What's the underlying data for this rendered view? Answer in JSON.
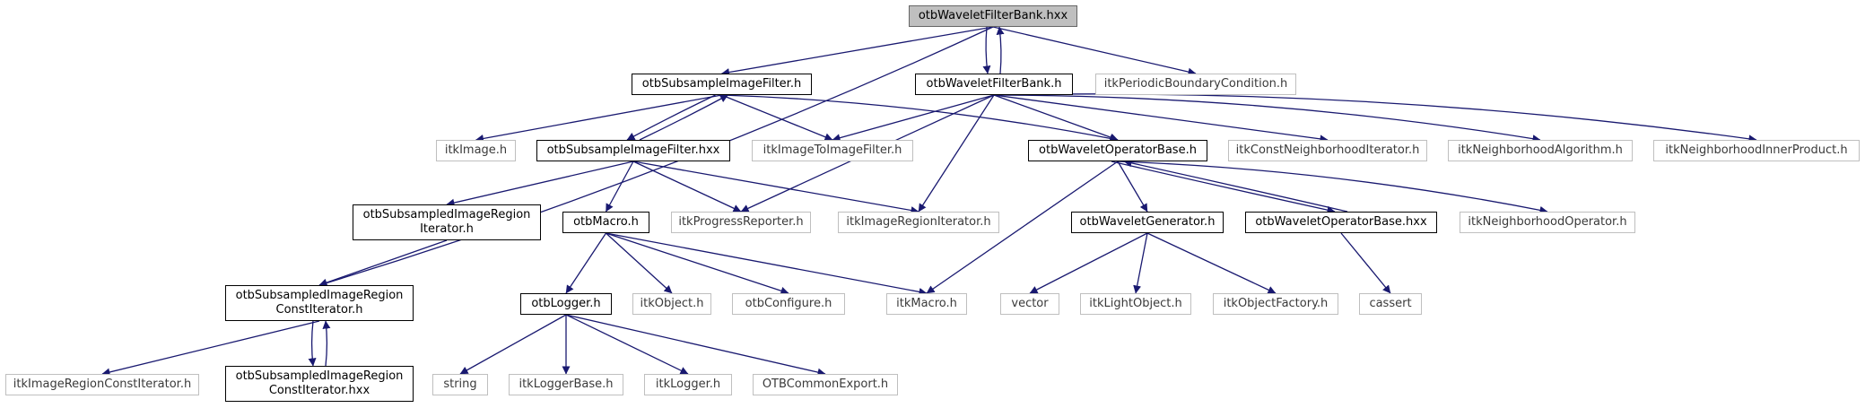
{
  "colors": {
    "edge": "#191970",
    "documented_border": "#000000",
    "external_border": "#bfbfbf",
    "root_fill": "#bfbfbf"
  },
  "nodes": {
    "root": {
      "label": "otbWaveletFilterBank.hxx",
      "kind": "root"
    },
    "subsample_h": {
      "label": "otbSubsampleImageFilter.h",
      "kind": "documented"
    },
    "wfb_h": {
      "label": "otbWaveletFilterBank.h",
      "kind": "documented"
    },
    "periodic_bc": {
      "label": "itkPeriodicBoundaryCondition.h",
      "kind": "external"
    },
    "itk_image": {
      "label": "itkImage.h",
      "kind": "external"
    },
    "subsample_hxx": {
      "label": "otbSubsampleImageFilter.hxx",
      "kind": "documented"
    },
    "i2i_filter": {
      "label": "itkImageToImageFilter.h",
      "kind": "external"
    },
    "wob_h": {
      "label": "otbWaveletOperatorBase.h",
      "kind": "documented"
    },
    "const_nbh_it": {
      "label": "itkConstNeighborhoodIterator.h",
      "kind": "external"
    },
    "nbh_algo": {
      "label": "itkNeighborhoodAlgorithm.h",
      "kind": "external"
    },
    "nbh_inner": {
      "label": "itkNeighborhoodInnerProduct.h",
      "kind": "external"
    },
    "sub_region_it": {
      "label": "otbSubsampledImageRegion\nIterator.h",
      "kind": "documented"
    },
    "otb_macro": {
      "label": "otbMacro.h",
      "kind": "documented"
    },
    "progress": {
      "label": "itkProgressReporter.h",
      "kind": "external"
    },
    "region_it": {
      "label": "itkImageRegionIterator.h",
      "kind": "external"
    },
    "wgen_h": {
      "label": "otbWaveletGenerator.h",
      "kind": "documented"
    },
    "wob_hxx": {
      "label": "otbWaveletOperatorBase.hxx",
      "kind": "documented"
    },
    "nbh_op": {
      "label": "itkNeighborhoodOperator.h",
      "kind": "external"
    },
    "sub_const_it": {
      "label": "otbSubsampledImageRegion\nConstIterator.h",
      "kind": "documented"
    },
    "otb_logger": {
      "label": "otbLogger.h",
      "kind": "documented"
    },
    "itk_object": {
      "label": "itkObject.h",
      "kind": "external"
    },
    "otb_configure": {
      "label": "otbConfigure.h",
      "kind": "external"
    },
    "itk_macro": {
      "label": "itkMacro.h",
      "kind": "external"
    },
    "vector": {
      "label": "vector",
      "kind": "external"
    },
    "light_object": {
      "label": "itkLightObject.h",
      "kind": "external"
    },
    "object_factory": {
      "label": "itkObjectFactory.h",
      "kind": "external"
    },
    "cassert": {
      "label": "cassert",
      "kind": "external"
    },
    "region_const_it": {
      "label": "itkImageRegionConstIterator.h",
      "kind": "external"
    },
    "sub_const_it_hxx": {
      "label": "otbSubsampledImageRegion\nConstIterator.hxx",
      "kind": "documented"
    },
    "string": {
      "label": "string",
      "kind": "external"
    },
    "logger_base": {
      "label": "itkLoggerBase.h",
      "kind": "external"
    },
    "itk_logger": {
      "label": "itkLogger.h",
      "kind": "external"
    },
    "common_export": {
      "label": "OTBCommonExport.h",
      "kind": "external"
    }
  },
  "edges": [
    [
      "root",
      "subsample_h"
    ],
    [
      "root",
      "wfb_h"
    ],
    [
      "root",
      "periodic_bc"
    ],
    [
      "root",
      "sub_const_it"
    ],
    [
      "wfb_h",
      "root"
    ],
    [
      "subsample_h",
      "itk_image"
    ],
    [
      "subsample_h",
      "subsample_hxx"
    ],
    [
      "subsample_h",
      "i2i_filter"
    ],
    [
      "subsample_h",
      "wob_h"
    ],
    [
      "subsample_hxx",
      "subsample_h"
    ],
    [
      "wfb_h",
      "i2i_filter"
    ],
    [
      "wfb_h",
      "wob_h"
    ],
    [
      "wfb_h",
      "const_nbh_it"
    ],
    [
      "wfb_h",
      "nbh_algo"
    ],
    [
      "wfb_h",
      "nbh_inner"
    ],
    [
      "wfb_h",
      "progress"
    ],
    [
      "wfb_h",
      "region_it"
    ],
    [
      "subsample_hxx",
      "sub_region_it"
    ],
    [
      "subsample_hxx",
      "otb_macro"
    ],
    [
      "subsample_hxx",
      "progress"
    ],
    [
      "subsample_hxx",
      "region_it"
    ],
    [
      "wob_h",
      "wgen_h"
    ],
    [
      "wob_h",
      "wob_hxx"
    ],
    [
      "wob_h",
      "nbh_op"
    ],
    [
      "wob_h",
      "itk_macro"
    ],
    [
      "wob_hxx",
      "wob_h"
    ],
    [
      "wob_hxx",
      "cassert"
    ],
    [
      "sub_region_it",
      "sub_const_it"
    ],
    [
      "otb_macro",
      "otb_logger"
    ],
    [
      "otb_macro",
      "itk_object"
    ],
    [
      "otb_macro",
      "otb_configure"
    ],
    [
      "otb_macro",
      "itk_macro"
    ],
    [
      "wgen_h",
      "vector"
    ],
    [
      "wgen_h",
      "light_object"
    ],
    [
      "wgen_h",
      "object_factory"
    ],
    [
      "sub_const_it",
      "region_const_it"
    ],
    [
      "sub_const_it",
      "sub_const_it_hxx"
    ],
    [
      "sub_const_it_hxx",
      "sub_const_it"
    ],
    [
      "otb_logger",
      "string"
    ],
    [
      "otb_logger",
      "logger_base"
    ],
    [
      "otb_logger",
      "itk_logger"
    ],
    [
      "otb_logger",
      "common_export"
    ]
  ]
}
